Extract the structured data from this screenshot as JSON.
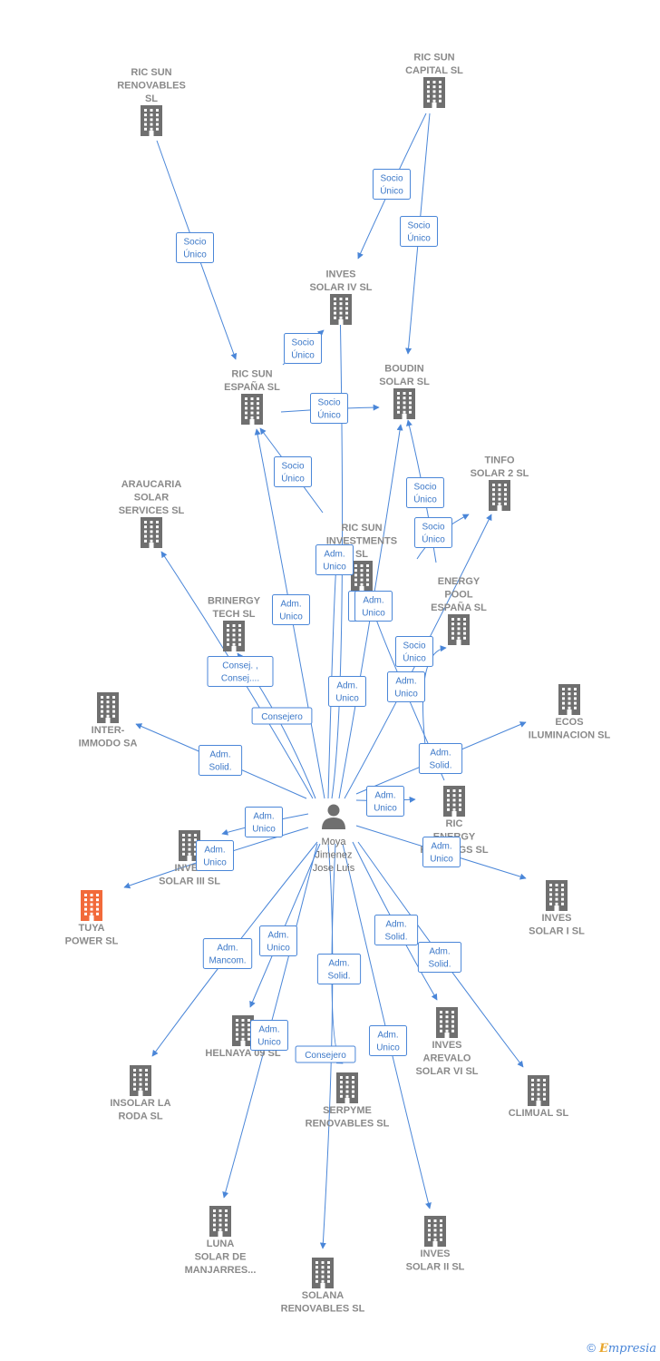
{
  "person": {
    "id": "moya",
    "lines": [
      "Moya",
      "Jimenez",
      "Jose Luis"
    ]
  },
  "companies": [
    {
      "id": "ricsun_renov",
      "lines": [
        "RIC SUN",
        "RENOVABLES",
        "SL"
      ],
      "highlight": false
    },
    {
      "id": "ricsun_capital",
      "lines": [
        "RIC SUN",
        "CAPITAL  SL"
      ],
      "highlight": false
    },
    {
      "id": "inves4",
      "lines": [
        "INVES",
        "SOLAR IV SL"
      ],
      "highlight": false
    },
    {
      "id": "ricsun_espana",
      "lines": [
        "RIC SUN",
        "ESPAÑA  SL"
      ],
      "highlight": false
    },
    {
      "id": "boudin",
      "lines": [
        "BOUDIN",
        "SOLAR SL"
      ],
      "highlight": false
    },
    {
      "id": "tinfo",
      "lines": [
        "TINFO",
        "SOLAR 2 SL"
      ],
      "highlight": false
    },
    {
      "id": "araucaria",
      "lines": [
        "ARAUCARIA",
        "SOLAR",
        "SERVICES SL"
      ],
      "highlight": false
    },
    {
      "id": "ricsun_invest",
      "lines": [
        "RIC SUN",
        "INVESTMENTS",
        "SL"
      ],
      "highlight": false
    },
    {
      "id": "energypool",
      "lines": [
        "ENERGY",
        "POOL",
        "ESPAÑA  SL"
      ],
      "highlight": false
    },
    {
      "id": "brinergy",
      "lines": [
        "BRINERGY",
        "TECH  SL"
      ],
      "highlight": false
    },
    {
      "id": "intermmodo",
      "lines": [
        "INTER-",
        "IMMODO SA"
      ],
      "highlight": false
    },
    {
      "id": "ecos",
      "lines": [
        "ECOS",
        "ILUMINACION SL"
      ],
      "highlight": false
    },
    {
      "id": "ric_energy",
      "lines": [
        "RIC",
        "ENERGY",
        "HOLDINGS  SL"
      ],
      "highlight": false
    },
    {
      "id": "inves3",
      "lines": [
        "INVES",
        "SOLAR III SL"
      ],
      "highlight": false
    },
    {
      "id": "tuya",
      "lines": [
        "TUYA",
        "POWER  SL"
      ],
      "highlight": true
    },
    {
      "id": "inves1",
      "lines": [
        "INVES",
        "SOLAR I SL"
      ],
      "highlight": false
    },
    {
      "id": "helnaya",
      "lines": [
        "HELNAYA 09 SL"
      ],
      "highlight": false
    },
    {
      "id": "inves_arevalo",
      "lines": [
        "INVES",
        "AREVALO",
        "SOLAR VI SL"
      ],
      "highlight": false
    },
    {
      "id": "insolar",
      "lines": [
        "INSOLAR LA",
        "RODA  SL"
      ],
      "highlight": false
    },
    {
      "id": "serpyme",
      "lines": [
        "SERPYME",
        "RENOVABLES SL"
      ],
      "highlight": false
    },
    {
      "id": "climual",
      "lines": [
        "CLIMUAL SL"
      ],
      "highlight": false
    },
    {
      "id": "luna",
      "lines": [
        "LUNA",
        "SOLAR DE",
        "MANJARRES..."
      ],
      "highlight": false
    },
    {
      "id": "inves2",
      "lines": [
        "INVES",
        "SOLAR II SL"
      ],
      "highlight": false
    },
    {
      "id": "solana",
      "lines": [
        "SOLANA",
        "RENOVABLES SL"
      ],
      "highlight": false
    }
  ],
  "relations": [
    {
      "from": "ricsun_renov",
      "to": "ricsun_espana",
      "lines": [
        "Socio",
        "Único"
      ]
    },
    {
      "from": "ricsun_capital",
      "to": "inves4",
      "lines": [
        "Socio",
        "Único"
      ]
    },
    {
      "from": "ricsun_capital",
      "to": "boudin",
      "lines": [
        "Socio",
        "Único"
      ]
    },
    {
      "from": "ricsun_espana",
      "to": "inves4",
      "lines": [
        "Socio",
        "Único"
      ]
    },
    {
      "from": "ricsun_espana",
      "to": "boudin",
      "lines": [
        "Socio",
        "Único"
      ]
    },
    {
      "from": "ricsun_invest",
      "to": "ricsun_espana",
      "lines": [
        "Socio",
        "Único"
      ]
    },
    {
      "from": "energypool",
      "to": "boudin",
      "lines": [
        "Socio",
        "Único"
      ]
    },
    {
      "from": "energypool",
      "to": "tinfo",
      "lines": [
        "Socio",
        "Único"
      ]
    },
    {
      "from": "ric_energy",
      "to": "ricsun_invest",
      "lines": [
        "Socio",
        "Único"
      ]
    },
    {
      "from": "ric_energy",
      "to": "energypool",
      "lines": [
        "Socio",
        "Único"
      ]
    },
    {
      "from": "moya",
      "to": "ricsun_invest",
      "lines": [
        "Adm.",
        "Unico"
      ]
    },
    {
      "from": "moya",
      "to": "ricsun_espana",
      "lines": [
        "Adm.",
        "Unico"
      ]
    },
    {
      "from": "moya",
      "to": "inves4",
      "lines": [
        "Adm.",
        "Unico"
      ]
    },
    {
      "from": "moya",
      "to": "boudin",
      "lines": [
        "Adm.",
        "Unico"
      ]
    },
    {
      "from": "moya",
      "to": "tinfo",
      "lines": [
        "Adm.",
        "Unico"
      ]
    },
    {
      "from": "moya",
      "to": "araucaria",
      "lines": [
        "Consej. ,",
        "Consej...."
      ]
    },
    {
      "from": "moya",
      "to": "brinergy",
      "lines": [
        "Consejero"
      ]
    },
    {
      "from": "moya",
      "to": "intermmodo",
      "lines": [
        "Adm.",
        "Solid."
      ]
    },
    {
      "from": "moya",
      "to": "ecos",
      "lines": [
        "Adm.",
        "Solid."
      ]
    },
    {
      "from": "moya",
      "to": "ric_energy",
      "lines": [
        "Adm.",
        "Unico"
      ]
    },
    {
      "from": "moya",
      "to": "inves3",
      "lines": [
        "Adm.",
        "Unico"
      ]
    },
    {
      "from": "moya",
      "to": "tuya",
      "lines": [
        "Adm.",
        "Unico"
      ]
    },
    {
      "from": "moya",
      "to": "inves1",
      "lines": [
        "Adm.",
        "Unico"
      ]
    },
    {
      "from": "moya",
      "to": "insolar",
      "lines": [
        "Adm.",
        "Mancom."
      ]
    },
    {
      "from": "moya",
      "to": "helnaya",
      "lines": [
        "Adm.",
        "Unico"
      ]
    },
    {
      "from": "moya",
      "to": "luna",
      "lines": [
        "Adm.",
        "Unico"
      ]
    },
    {
      "from": "moya",
      "to": "serpyme",
      "lines": [
        "Consejero"
      ]
    },
    {
      "from": "moya",
      "to": "solana",
      "lines": [
        "Adm.",
        "Solid."
      ]
    },
    {
      "from": "moya",
      "to": "inves2",
      "lines": [
        "Adm.",
        "Unico"
      ]
    },
    {
      "from": "moya",
      "to": "inves_arevalo",
      "lines": [
        "Adm.",
        "Solid."
      ]
    },
    {
      "from": "moya",
      "to": "climual",
      "lines": [
        "Adm.",
        "Solid."
      ]
    }
  ],
  "colors": {
    "edge": "#4a86d8",
    "building": "#6f6f6f",
    "highlight": "#f26a3a",
    "person": "#6f6f6f"
  },
  "footer": {
    "copyright": "©",
    "brand_first": "E",
    "brand_rest": "mpresia"
  }
}
